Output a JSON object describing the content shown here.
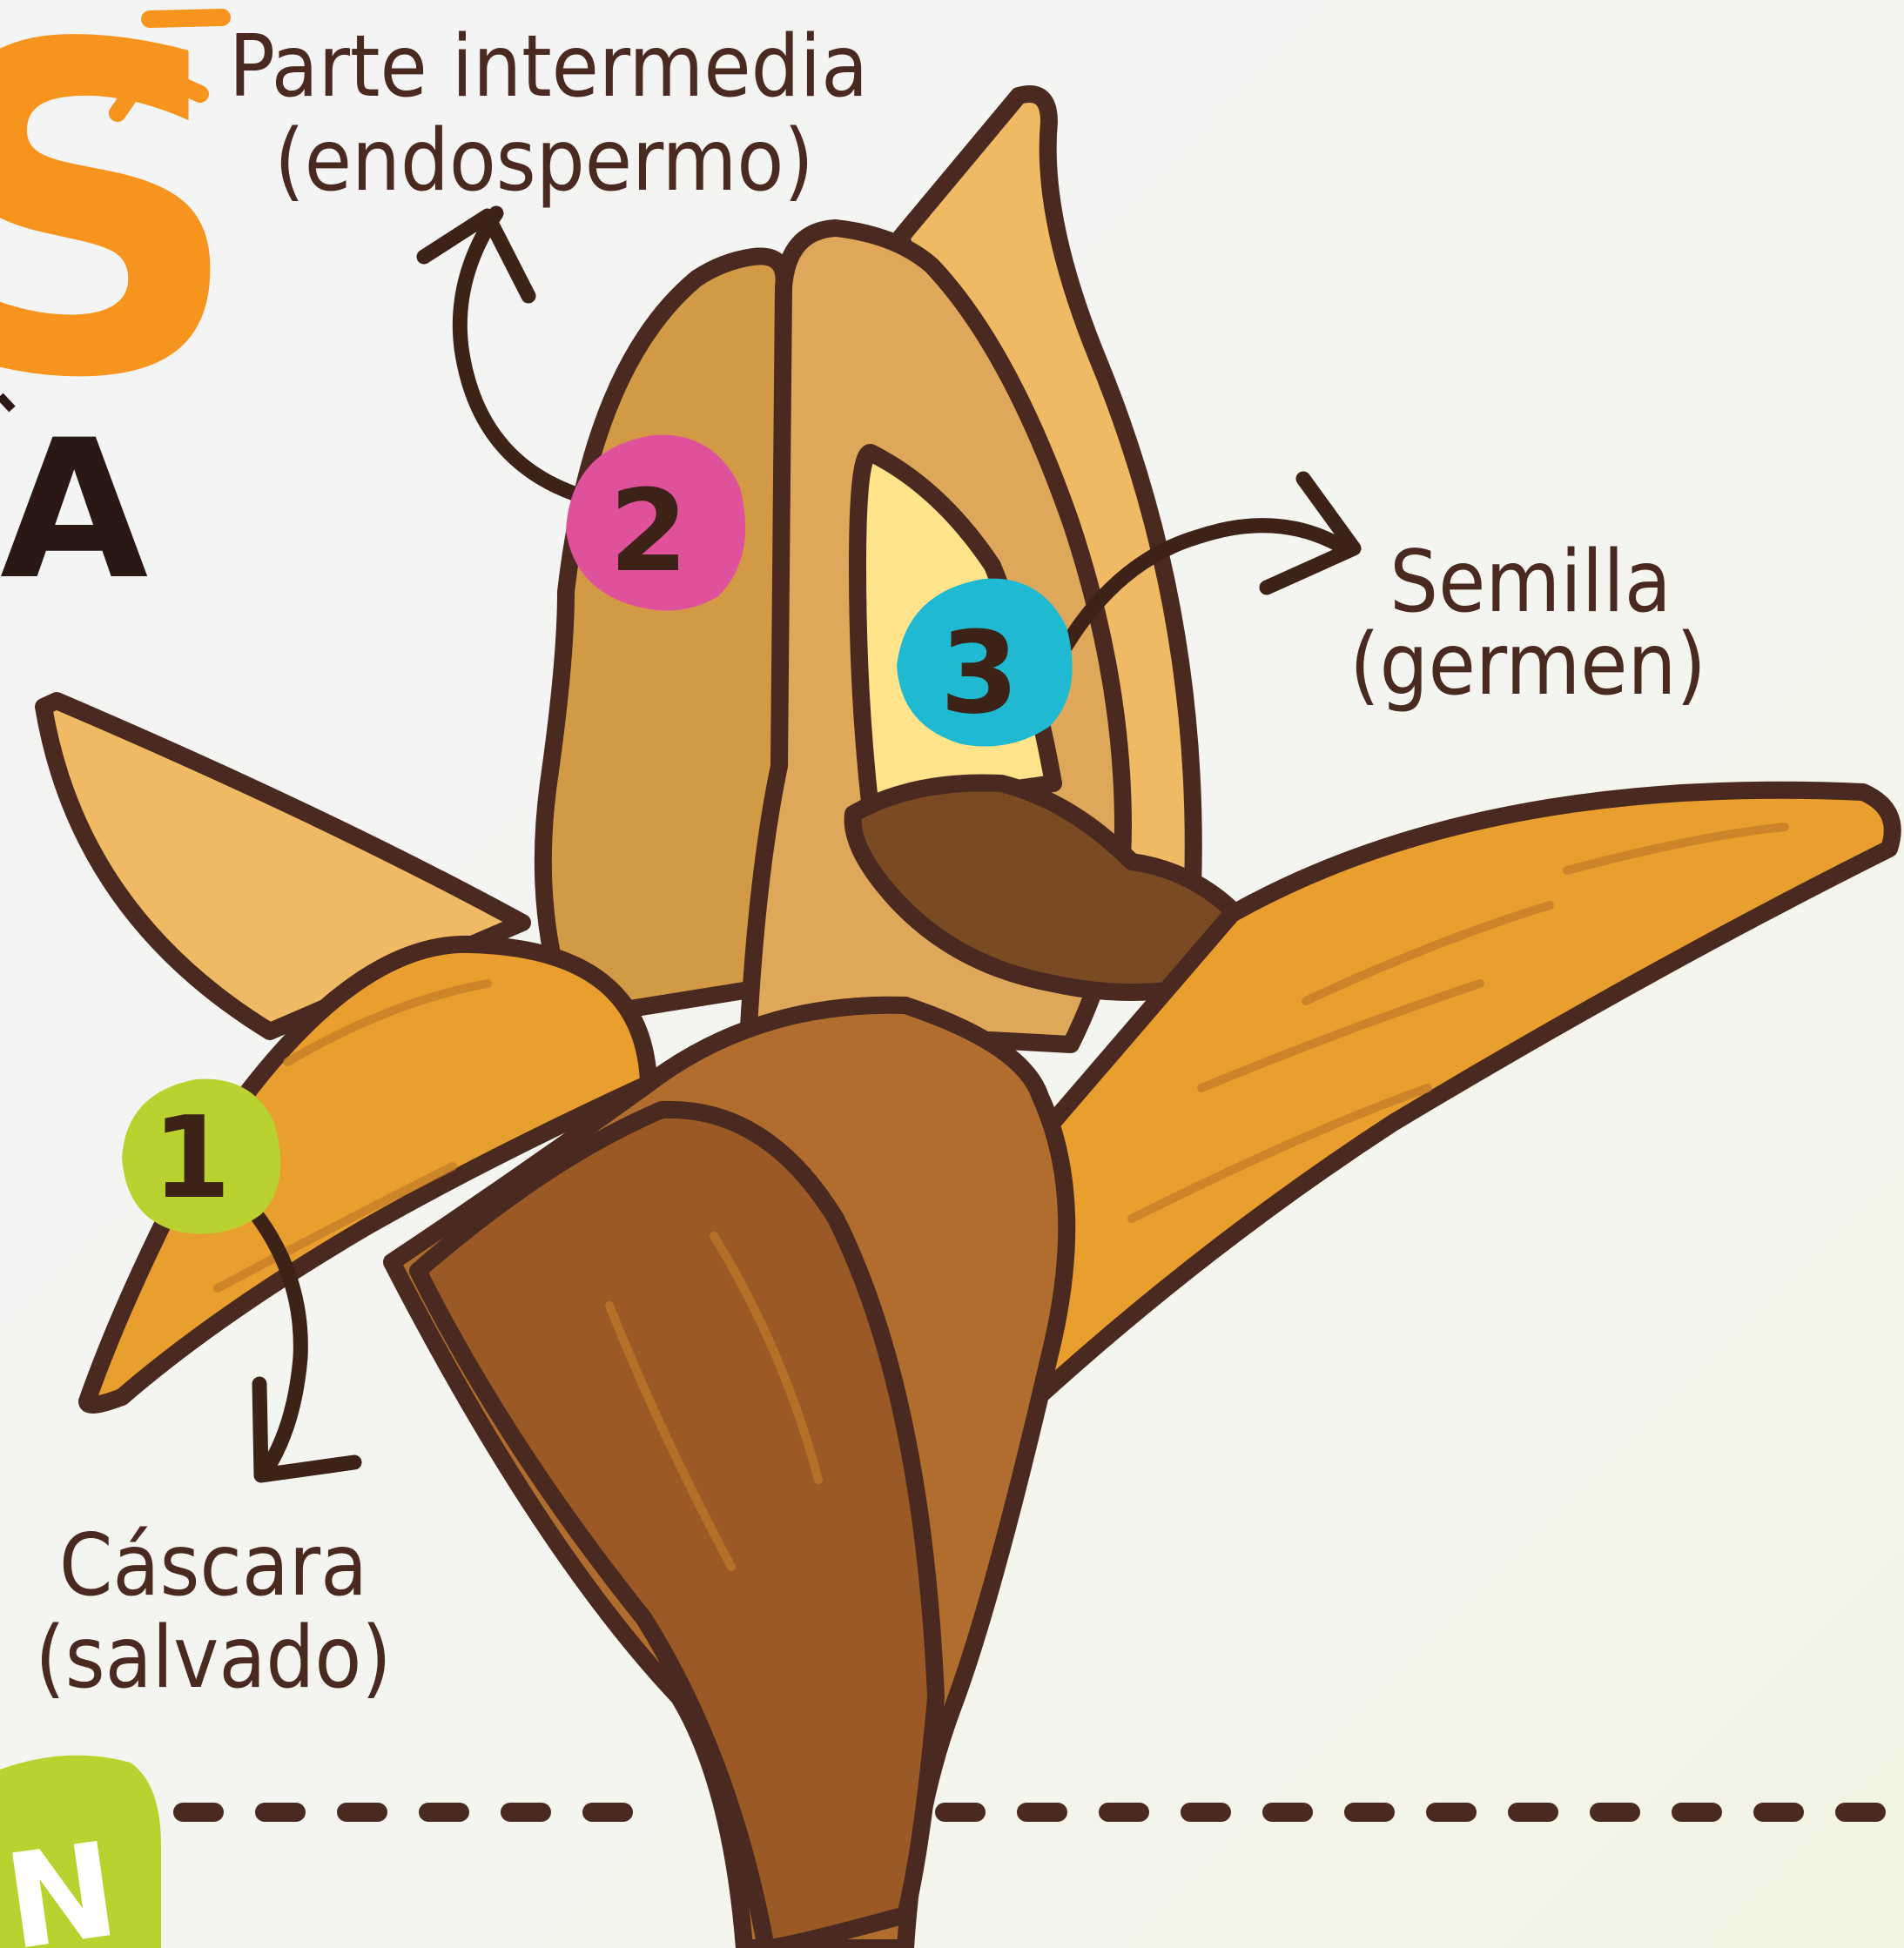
{
  "title_fragment_top": "S",
  "title_fragment_mid": "A",
  "badge_fragment": "N",
  "markers": [
    {
      "number": "1",
      "color": "#b9d22f"
    },
    {
      "number": "2",
      "color": "#e0519c"
    },
    {
      "number": "3",
      "color": "#1fbad1"
    }
  ],
  "labels": {
    "endosperm_line1": "Parte intermedia",
    "endosperm_line2": "(endospermo)",
    "seed_line1": "Semilla",
    "seed_line2": "(germen)",
    "bran_line1": "Cáscara",
    "bran_line2": "(salvado)"
  },
  "colors": {
    "outline": "#4a2a20",
    "accent_orange": "#f7941d",
    "badge_green": "#b9d22f"
  }
}
